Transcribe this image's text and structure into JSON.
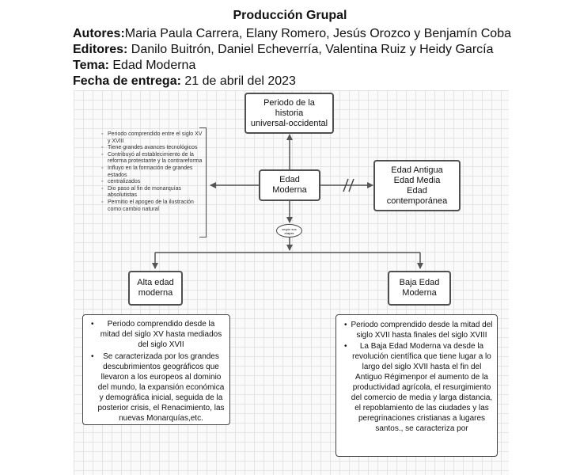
{
  "header": {
    "title": "Producción Grupal",
    "autores_label": "Autores:",
    "autores_value": "Maria Paula Carrera, Elany Romero, Jesús Orozco y Benjamín Coba",
    "editores_label": "Editores:",
    "editores_value": " Danilo Buitrón, Daniel Echeverría, Valentina Ruiz y Heidy García",
    "tema_label": "Tema:",
    "tema_value": " Edad Moderna",
    "fecha_label": "Fecha de entrega:",
    "fecha_value": " 21 de abril del 2023"
  },
  "diagram": {
    "top_box": "Periodo de la\nhistoria\nuniversal-occidental",
    "center_box": "Edad\nModerna",
    "right_box": "Edad Antigua\nEdad Media\nEdad\ncontemporánea",
    "oval_label": "según sus etapas",
    "left_notes": [
      "Periodo comprendido entre el siglo XV y XVIII",
      "Tiene grandes avances tecnológicos",
      "Contribuyó al establecimiento de la reforma protestante y la contrareforma",
      "Influyo en la formación de grandes estados",
      "centralizados",
      "Dio paso al fin de monarquías absolutistas",
      "Permitio el apogeo de la ilustración como cambio natural"
    ],
    "alta_box": "Alta edad\nmoderna",
    "baja_box": "Baja Edad\nModerna",
    "alta_desc": [
      "Periodo comprendido desde la mitad del siglo XV hasta mediados del siglo XVII",
      "Se caracterizada por los grandes descubrimientos geográficos que llevaron a los europeos al dominio del mundo, la expansión económica y demográfica inicial, seguida de la posterior crisis, el Renacimiento, las nuevas Monarquías,etc."
    ],
    "baja_desc": [
      "Periodo comprendido desde la mitad del siglo XVII hasta finales del siglo XVIII",
      "La Baja Edad Moderna va desde la revolución científica que tiene lugar a lo largo del siglo XVII hasta el fin del Antiguo Régimenpor el aumento de la productividad agrícola, el resurgimiento del comercio de media y larga distancia, el repoblamiento de las ciudades y las peregrinaciones cristianas a lugares santos., se caracteriza por"
    ]
  }
}
